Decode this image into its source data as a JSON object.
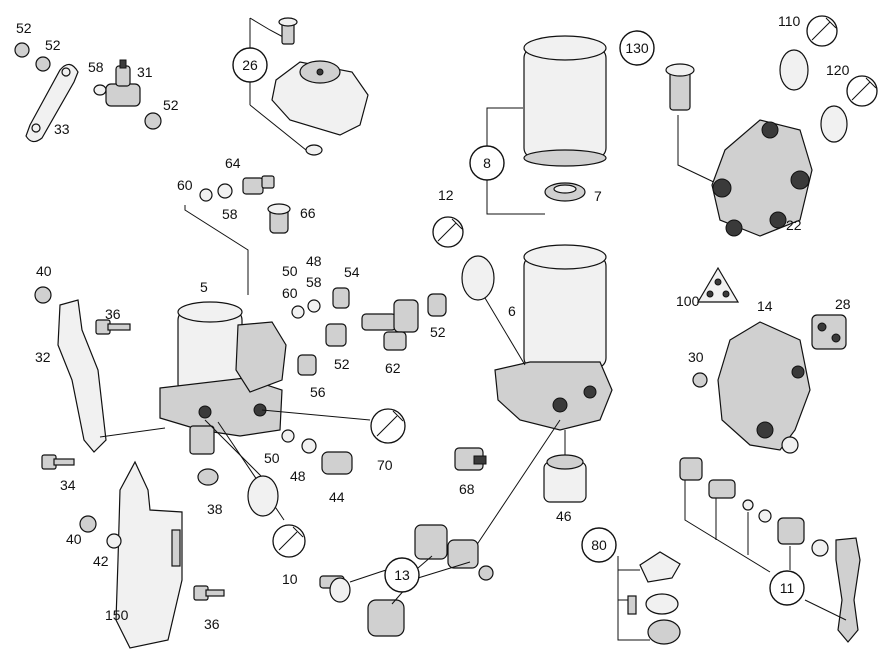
{
  "labels": {
    "p52a": "52",
    "p52b": "52",
    "p58a": "58",
    "p31": "31",
    "p52c": "52",
    "p33": "33",
    "p26": "26",
    "p8": "8",
    "p7": "7",
    "p130": "130",
    "p110": "110",
    "p120": "120",
    "p22": "22",
    "p64": "64",
    "p60a": "60",
    "p58b": "58",
    "p66": "66",
    "p12": "12",
    "p40a": "40",
    "p36a": "36",
    "p32": "32",
    "p34": "34",
    "p5": "5",
    "p50a": "50",
    "p48a": "48",
    "p60b": "60",
    "p58c": "58",
    "p54": "54",
    "p52d": "52",
    "p52e": "52",
    "p62": "62",
    "p56": "56",
    "p6": "6",
    "p100": "100",
    "p14": "14",
    "p28": "28",
    "p30": "30",
    "p70": "70",
    "p50b": "50",
    "p48b": "48",
    "p44": "44",
    "p68": "68",
    "p38": "38",
    "p46": "46",
    "p40b": "40",
    "p42": "42",
    "p10": "10",
    "p13": "13",
    "p80": "80",
    "p11": "11",
    "p150": "150",
    "p36b": "36"
  }
}
